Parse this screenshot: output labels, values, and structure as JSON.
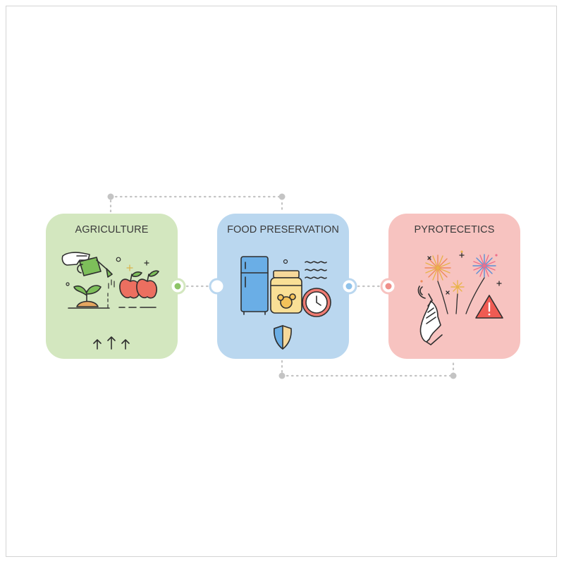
{
  "cards": [
    {
      "id": "agriculture",
      "title": "AGRICULTURE",
      "color": "#d3e7bf",
      "accent": "#7dbf5a",
      "icons": [
        "watering-can-icon",
        "sprout-icon",
        "apple-icon",
        "growth-arrows-icon"
      ]
    },
    {
      "id": "food-preservation",
      "title": "FOOD PRESERVATION",
      "color": "#bad7ef",
      "accent": "#9ec8ea",
      "icons": [
        "refrigerator-icon",
        "jar-icon",
        "clock-icon",
        "waves-icon",
        "shield-icon"
      ]
    },
    {
      "id": "pyrotechnics",
      "title": "PYROTECЕTICS",
      "color": "#f7c3c0",
      "accent": "#ef9e9a",
      "icons": [
        "fireworks-icon",
        "sparkler-hand-icon",
        "warning-icon"
      ]
    }
  ],
  "connector_color": "#c4c4c4"
}
